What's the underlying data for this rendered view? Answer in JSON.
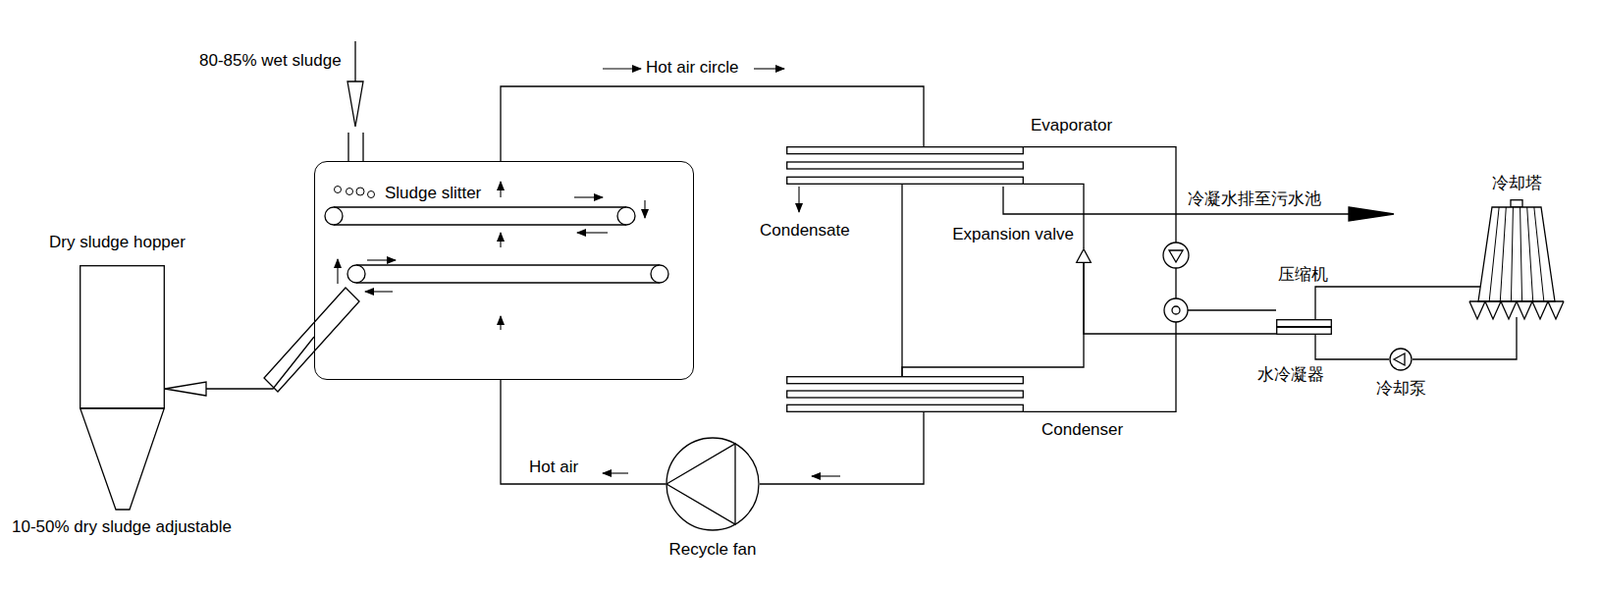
{
  "diagram": {
    "nodes": [
      {
        "text": [
          "Sludge slitter"
        ]
      },
      {
        "text": [
          "Dry sludge hopper",
          "10-50% dry sludge adjustable"
        ]
      },
      {
        "text": [
          "Evaporator"
        ]
      },
      {
        "text": [
          "Expansion valve"
        ]
      },
      {
        "text": [
          "Condenser"
        ]
      },
      {
        "text": [
          "Recycle fan"
        ]
      },
      {
        "text": [
          "水冷凝器"
        ]
      },
      {
        "text": [
          "冷却塔"
        ]
      },
      {
        "text": [
          "冷却泵"
        ]
      }
    ],
    "edges": [
      {
        "from": 0,
        "to": 2,
        "arrow": "none",
        "label": "Hot air circle"
      },
      {
        "from": 2,
        "to": 4,
        "arrow": "none"
      },
      {
        "from": 2,
        "to": 4,
        "arrow": "none"
      },
      {
        "from": 2,
        "to": 3,
        "arrow": "none"
      },
      {
        "from": 3,
        "to": 4,
        "arrow": "none"
      },
      {
        "from": 3,
        "to": 6,
        "arrow": "none"
      },
      {
        "from": 4,
        "to": 5,
        "arrow": "none"
      },
      {
        "from": 5,
        "to": 0,
        "arrow": "none",
        "label": "Hot air"
      },
      {
        "from": 0,
        "to": 1,
        "arrow": "to"
      },
      {
        "from": 6,
        "to": 7,
        "arrow": "none"
      },
      {
        "from": 7,
        "to": 8,
        "arrow": "none"
      },
      {
        "from": 8,
        "to": 6,
        "arrow": "none"
      }
    ],
    "labels": [
      "80-85% wet sludge",
      "Condensate",
      "冷凝水排至污水池",
      "压缩机"
    ]
  }
}
